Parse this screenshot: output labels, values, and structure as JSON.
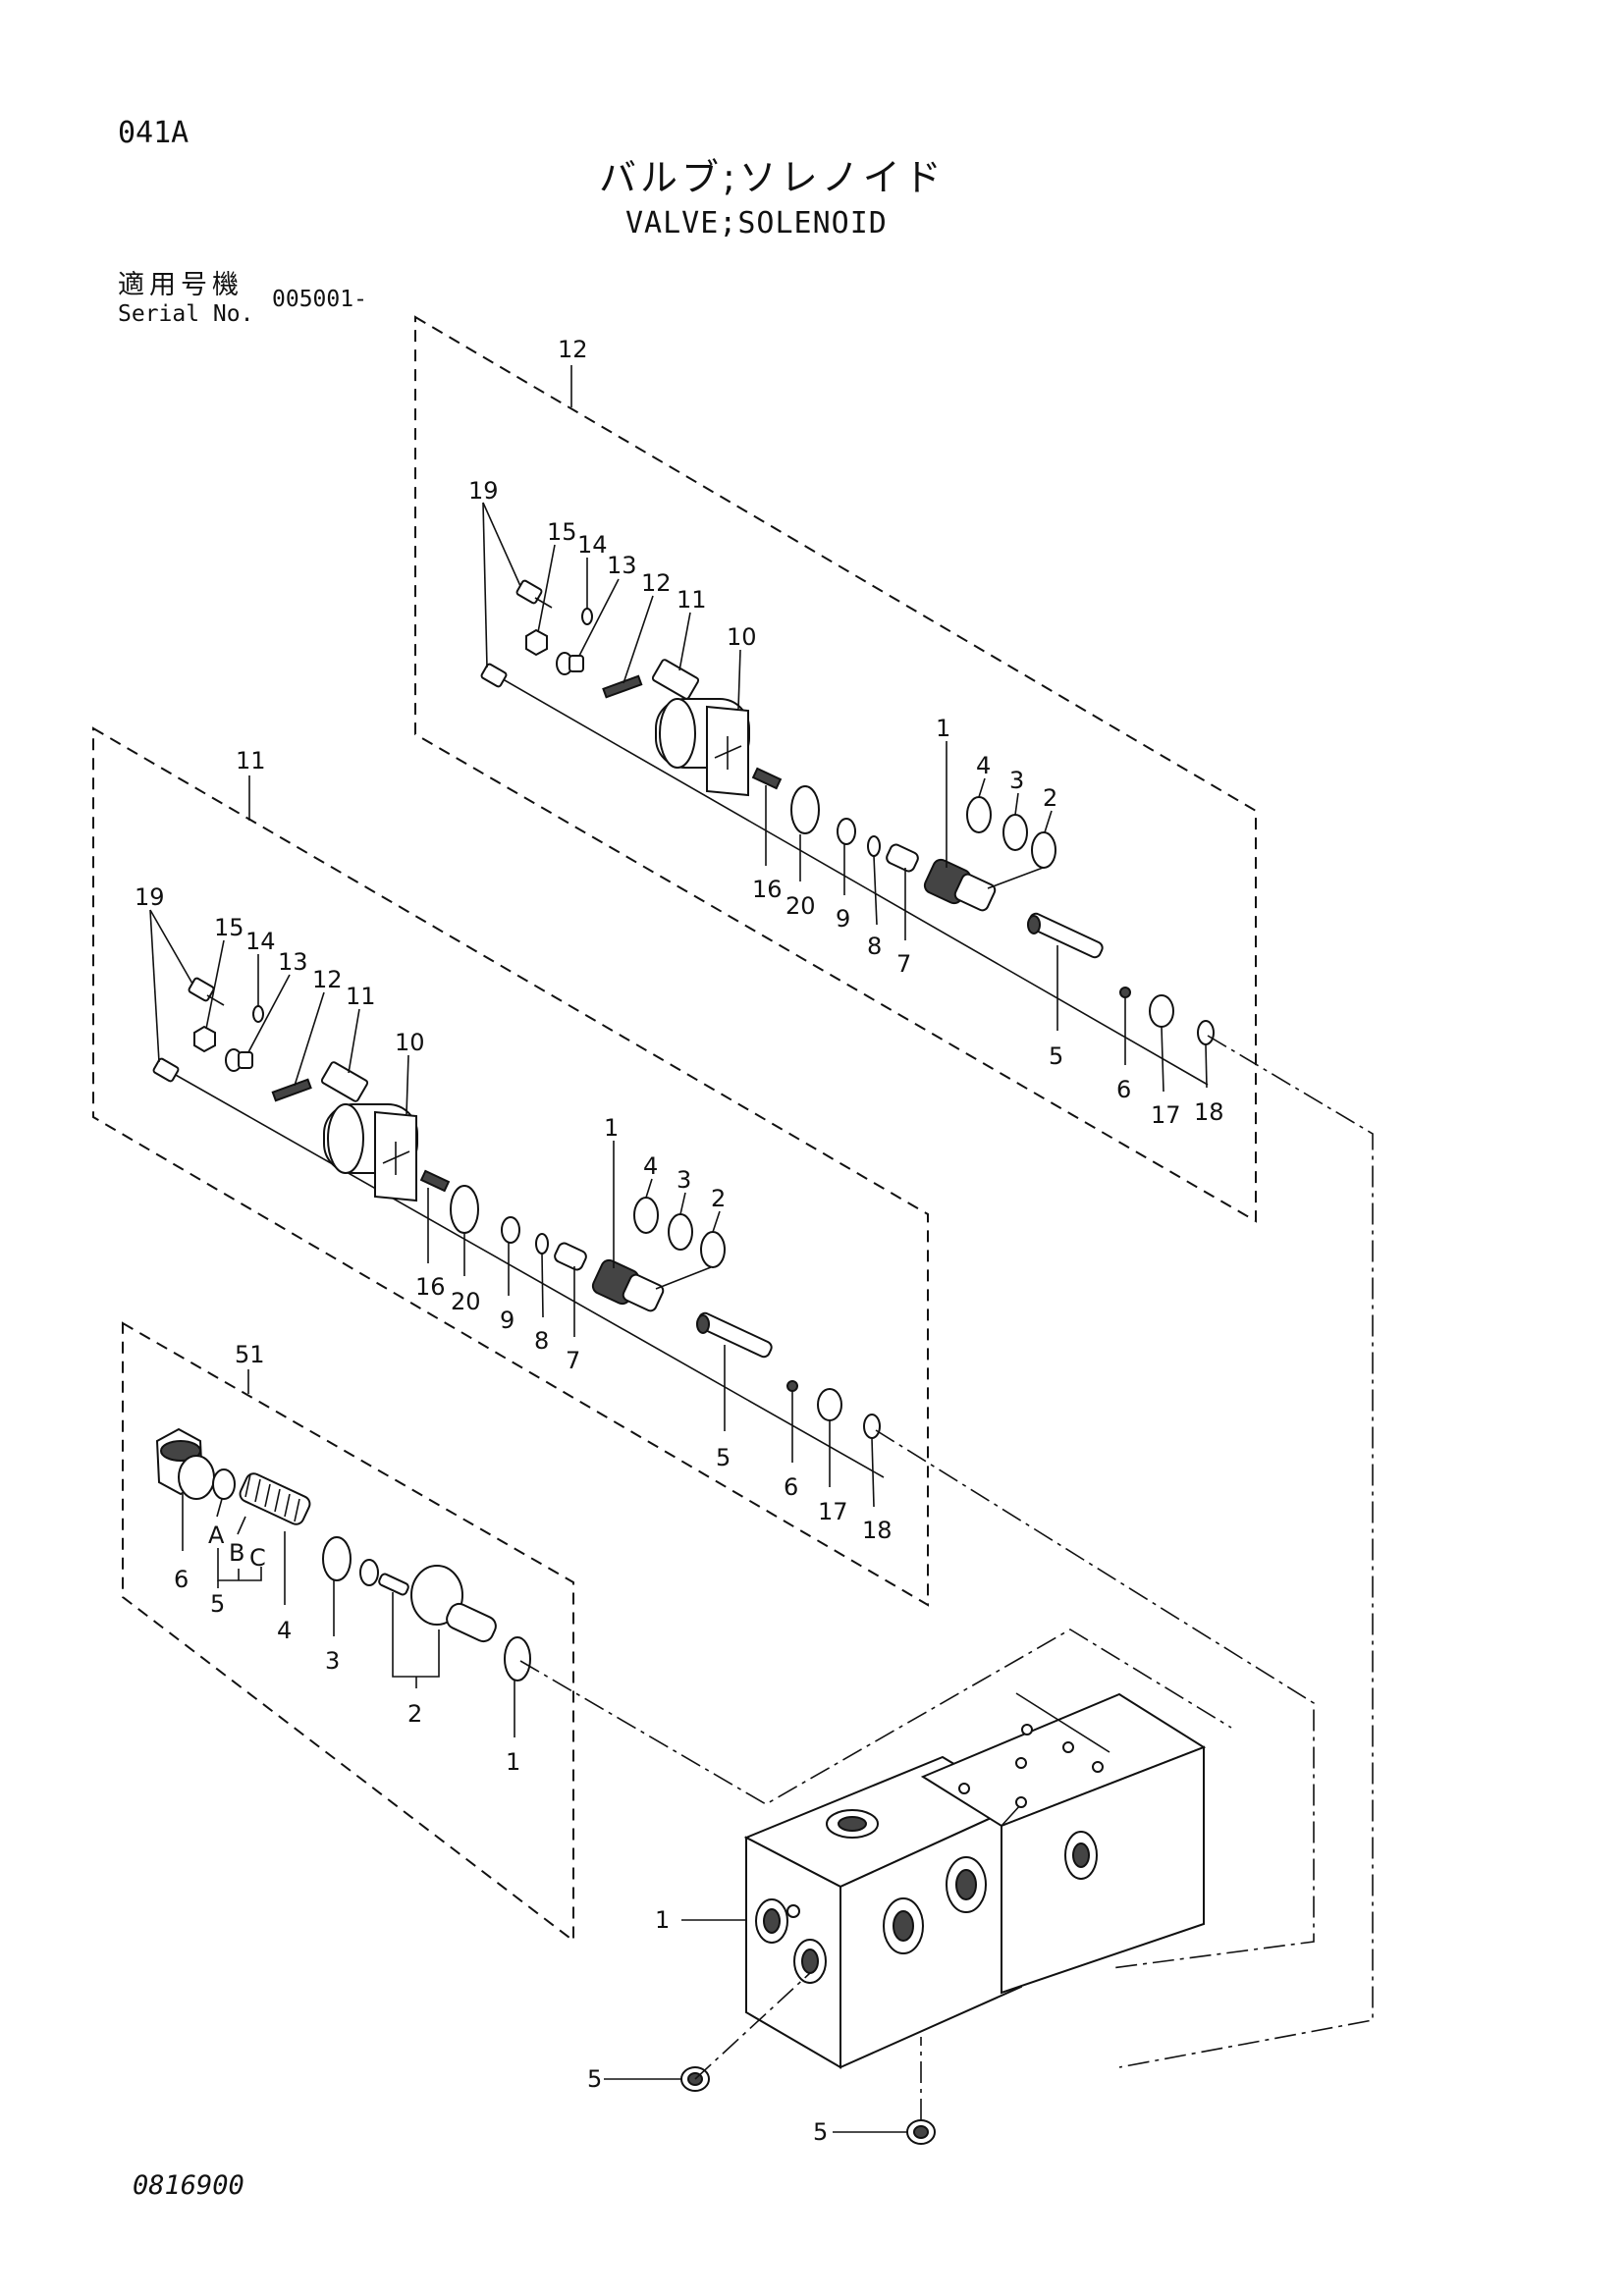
{
  "header": {
    "page_code": "041A",
    "title_ja": "バルブ;ソレノイド",
    "title_en": "VALVE;SOLENOID",
    "serial_label_ja": "適用号機",
    "serial_label_en": "Serial No.",
    "serial_value": "005001-"
  },
  "footer": {
    "drawing_number": "0816900"
  },
  "groups": {
    "upper": {
      "number": "12",
      "items": {
        "p1": "1",
        "p2": "2",
        "p3": "3",
        "p4": "4",
        "p5": "5",
        "p6": "6",
        "p7": "7",
        "p8": "8",
        "p9": "9",
        "p10": "10",
        "p11": "11",
        "p12": "12",
        "p13": "13",
        "p14": "14",
        "p15": "15",
        "p16": "16",
        "p17": "17",
        "p18": "18",
        "p19": "19",
        "p20": "20"
      }
    },
    "middle": {
      "number": "11",
      "items": {
        "p1": "1",
        "p2": "2",
        "p3": "3",
        "p4": "4",
        "p5": "5",
        "p6": "6",
        "p7": "7",
        "p8": "8",
        "p9": "9",
        "p10": "10",
        "p11": "11",
        "p12": "12",
        "p13": "13",
        "p14": "14",
        "p15": "15",
        "p16": "16",
        "p17": "17",
        "p18": "18",
        "p19": "19",
        "p20": "20"
      }
    },
    "lower": {
      "number": "51",
      "items": {
        "p1": "1",
        "p2": "2",
        "p3": "3",
        "p4": "4",
        "p5": "5",
        "p6": "6",
        "a": "A",
        "b": "B",
        "c": "C"
      }
    }
  },
  "body_labels": {
    "block": "1",
    "plug_left": "5",
    "plug_bottom": "5"
  }
}
